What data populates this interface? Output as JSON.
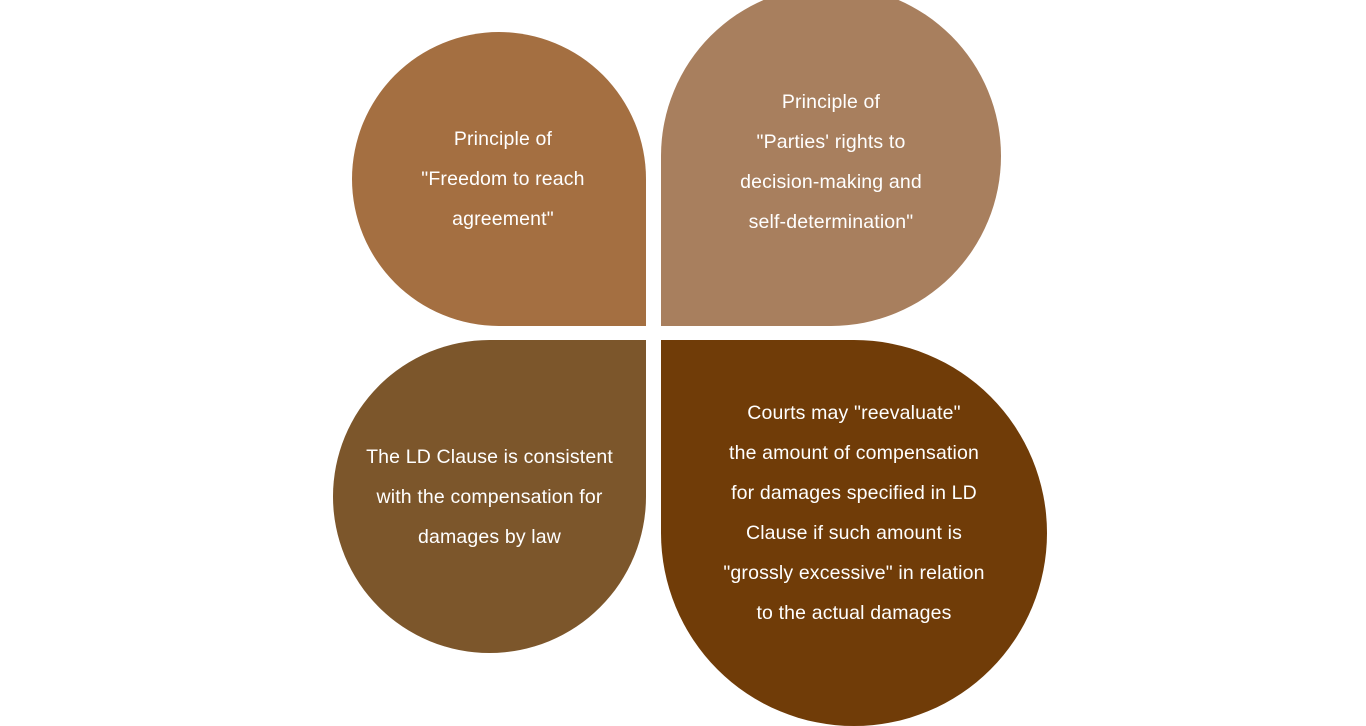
{
  "diagram": {
    "type": "four-petal-quadrant",
    "background_color": "#ffffff",
    "text_color": "#ffffff",
    "petals": [
      {
        "id": "top-left",
        "color": "#A46F41",
        "corner": "bottom-right",
        "text": "Principle of\n\"Freedom to reach\nagreement\""
      },
      {
        "id": "top-right",
        "color": "#A87F5E",
        "corner": "bottom-left",
        "text": "Principle of\n\"Parties' rights to\ndecision-making and\nself-determination\""
      },
      {
        "id": "bottom-left",
        "color": "#7C562B",
        "corner": "top-right",
        "text": "The LD Clause is consistent\nwith the compensation for\ndamages by law"
      },
      {
        "id": "bottom-right",
        "color": "#703C08",
        "corner": "top-left",
        "text": "Courts may \"reevaluate\"\nthe amount of compensation\nfor damages specified in LD\nClause if such amount is\n\"grossly excessive\" in relation\nto the actual damages"
      }
    ]
  }
}
